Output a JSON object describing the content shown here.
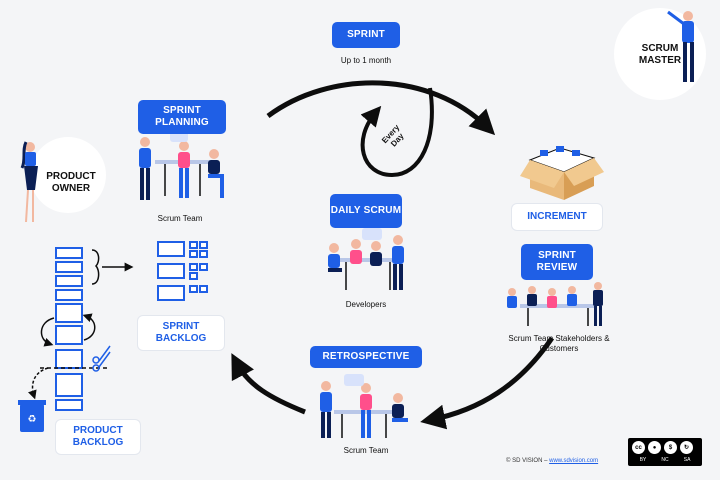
{
  "sprint": {
    "label": "SPRINT",
    "duration": "Up to 1 month",
    "loop_label": "Every Day"
  },
  "roles": {
    "scrum_master": "SCRUM MASTER",
    "product_owner": "PRODUCT OWNER"
  },
  "events": {
    "sprint_planning": {
      "label": "SPRINT PLANNING",
      "caption": "Scrum Team"
    },
    "daily_scrum": {
      "label": "DAILY SCRUM",
      "caption": "Developers"
    },
    "sprint_review": {
      "label": "SPRINT REVIEW",
      "caption": "Scrum Team Stakeholders & Customers"
    },
    "retrospective": {
      "label": "RETROSPECTIVE",
      "caption": "Scrum Team"
    }
  },
  "artifacts": {
    "increment": "INCREMENT",
    "sprint_backlog": "SPRINT BACKLOG",
    "product_backlog": "PRODUCT BACKLOG"
  },
  "footer": {
    "copyright": "© SD VISION –",
    "link": "www.sdvision.com"
  },
  "license": {
    "icons": [
      "cc",
      "by",
      "nc",
      "sa"
    ],
    "labels": [
      "BY",
      "NC",
      "SA"
    ]
  },
  "colors": {
    "accent": "#1f5fe6",
    "ink": "#0d0d0d",
    "background": "#f4f5f7"
  }
}
